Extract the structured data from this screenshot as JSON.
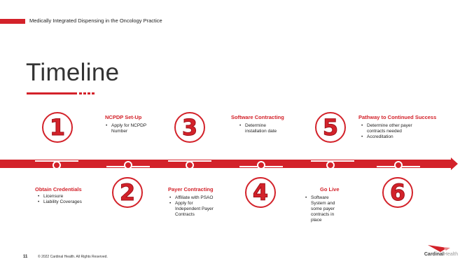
{
  "header": {
    "text": "Medically Integrated Dispensing in the Oncology Practice"
  },
  "title": "Timeline",
  "steps": [
    {
      "num": "1",
      "heading": "Obtain Credentials",
      "items": [
        "Licensure",
        "Liability Coverages"
      ]
    },
    {
      "num": "2",
      "heading": "NCPDP Set-Up",
      "items": [
        "Apply for NCPDP Number"
      ]
    },
    {
      "num": "3",
      "heading": "Payer Contracting",
      "items": [
        "Affiliate with PSAO",
        "Apply for Independent Payer Contracts"
      ]
    },
    {
      "num": "4",
      "heading": "Software Contracting",
      "items": [
        "Determine installation date"
      ]
    },
    {
      "num": "5",
      "heading": "Go Live",
      "items": [
        "Software System and some payer contracts in place"
      ]
    },
    {
      "num": "6",
      "heading": "Pathway to Continued Success",
      "items": [
        "Determine other payer contracts needed",
        "Accreditation"
      ]
    }
  ],
  "footer": {
    "page": "11",
    "copyright": "© 2022 Cardinal Health. All Rights Reserved."
  },
  "logo": {
    "bold": "Cardinal",
    "light": "Health"
  },
  "colors": {
    "accent": "#d3222a",
    "text": "#222222"
  }
}
